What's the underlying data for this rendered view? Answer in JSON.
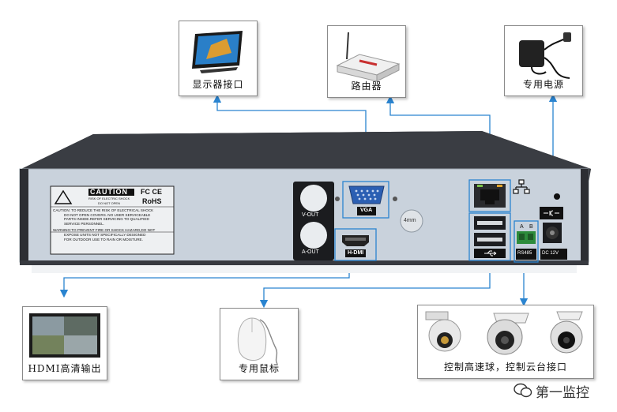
{
  "callouts": {
    "monitor": "显示器接口",
    "router": "路由器",
    "power": "专用电源",
    "hdmi_out": "HDMI高清输出",
    "mouse": "专用鼠标",
    "ptz": "控制高速球，控制云台接口"
  },
  "panel": {
    "caution_title": "CAUTION",
    "caution_sub1": "RISK OF ELECTRIC SHOCK",
    "caution_sub2": "DO NOT OPEN",
    "fc_ce": "FC CE",
    "rohs": "RoHS",
    "warn_lines": [
      "CAUTION: TO REDUCE THE RISK OF ELECTRICAL SHOCK",
      "DO NOT OPEN COVERS. NO USER SERVICEABLE",
      "PARTS INSIDE.REFER SERVICING TO QUALIFIED",
      "SERVICE PERSONNEL.",
      "WARNING:TO PREVENT FIRE OR SHOCK HAZARD,DO NOT",
      "EXPOSE UNITS NOT SPECIFICALLY DESIGNED",
      "FOR OUTDOOR USE TO RAIN OR MOISTURE."
    ],
    "v_out": "V-OUT",
    "a_out": "A-OUT",
    "vga": "VGA",
    "hdmi": "H-DMI",
    "screw": "4mm",
    "rs485": "RS485",
    "dc12v": "DC 12V",
    "a": "A",
    "b": "B"
  },
  "watermark": "第一监控",
  "colors": {
    "arrow": "#2a84d0",
    "box_border": "#1a5ca8",
    "panel": "#c9d2dc"
  }
}
